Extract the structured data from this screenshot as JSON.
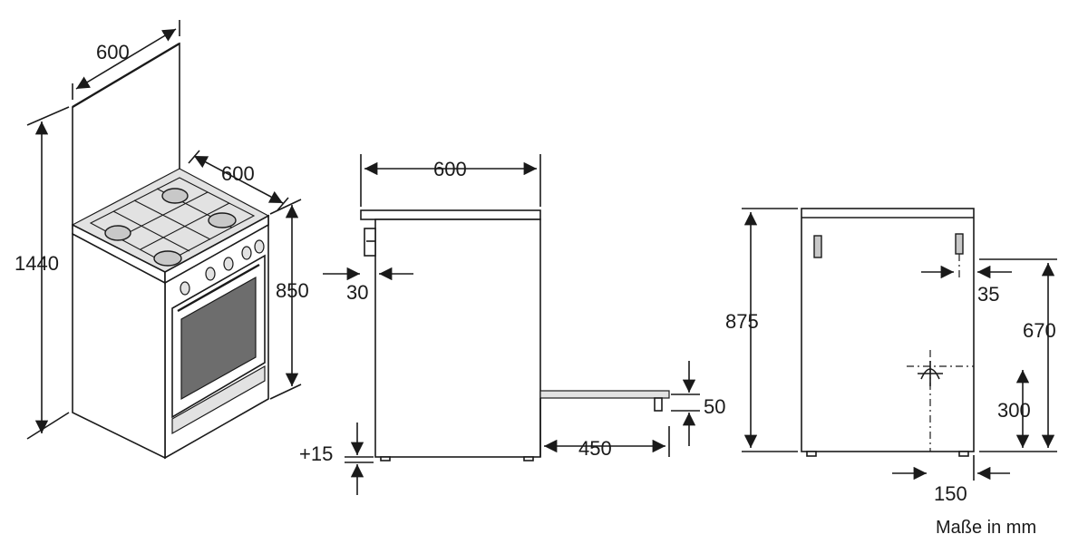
{
  "views": {
    "perspective": {
      "splashback_width": "600",
      "hob_depth": "600",
      "total_height": "1440",
      "body_height": "850"
    },
    "side": {
      "depth": "600",
      "handle_projection": "30",
      "foot_adjustment": "+15",
      "door_open_reach": "450",
      "door_thickness": "50"
    },
    "back": {
      "height": "875",
      "gas_outlet_height": "670",
      "gas_outlet_inset": "35",
      "electric_outlet_height": "300",
      "electric_outlet_offset": "150"
    }
  },
  "footnote": "Maße in mm"
}
